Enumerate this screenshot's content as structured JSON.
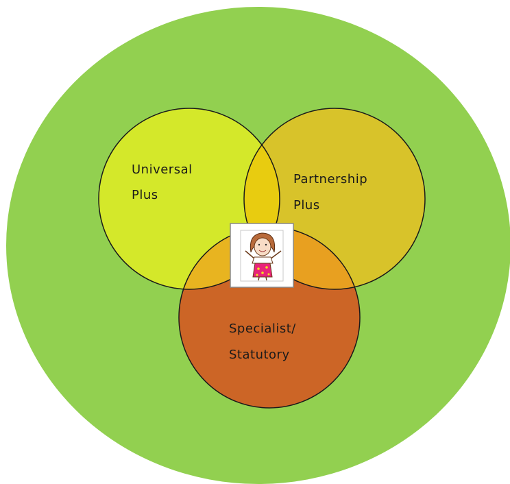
{
  "diagram": {
    "colors": {
      "background": "#ffffff",
      "outer_circle": "#92d050",
      "universal_plus": "#d4e82a",
      "partnership_plus": "#d8c32a",
      "specialist_statutory": "#cc6526",
      "overlap_universal_partnership": "#e8cc10",
      "overlap_universal_specialist": "#e8b420",
      "overlap_partnership_specialist": "#e8a020",
      "center_overlap": "#f0b020",
      "stroke": "#1a1a1a"
    },
    "circles": {
      "universal_plus": {
        "line1": "Universal",
        "line2": "Plus"
      },
      "partnership_plus": {
        "line1": "Partnership",
        "line2": "Plus"
      },
      "specialist_statutory": {
        "line1": "Specialist/",
        "line2": "Statutory"
      }
    },
    "center_image": {
      "icon": "child-figure-icon"
    }
  }
}
